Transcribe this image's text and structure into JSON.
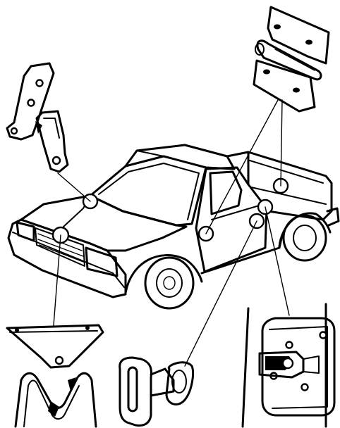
{
  "figure": {
    "ink_color": "#000000",
    "background_color": "#ffffff"
  },
  "callouts": [
    {
      "name": "hood-hinge",
      "target": "hood-hinge-detail"
    },
    {
      "name": "hood-latch",
      "target": "hood-latch-detail"
    },
    {
      "name": "door-hinge",
      "target": "door-hinge-detail"
    },
    {
      "name": "tailgate-hinge",
      "target": "door-hinge-detail"
    },
    {
      "name": "door-striker",
      "target": "door-lock-striker-detail"
    },
    {
      "name": "door-lock",
      "target": "door-lock-striker-detail"
    }
  ]
}
